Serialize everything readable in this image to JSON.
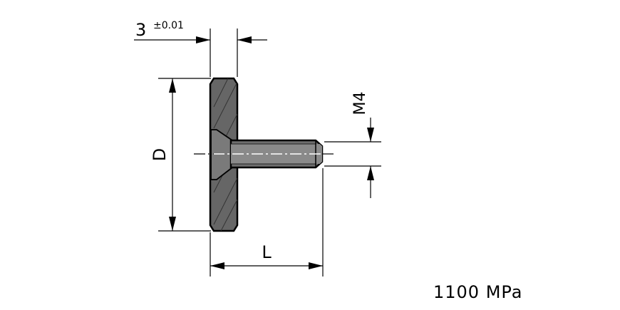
{
  "dimensions": {
    "thickness": "3",
    "thickness_tolerance": "±0.01",
    "diameter": "D",
    "length": "L",
    "thread": "M4"
  },
  "material": {
    "strength": "1100 MPa"
  }
}
